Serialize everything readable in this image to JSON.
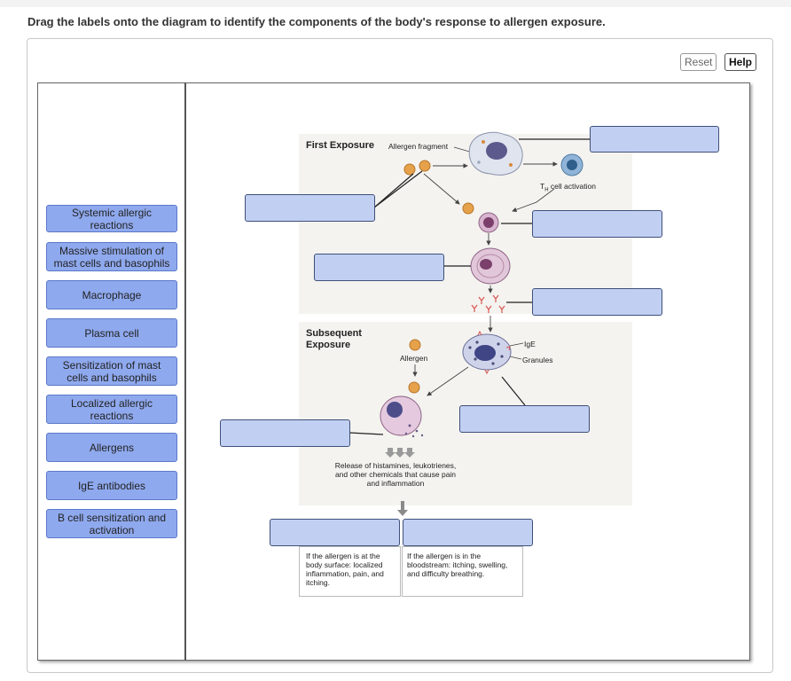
{
  "instruction": "Drag the labels onto the diagram to identify the components of the body's response to allergen exposure.",
  "toolbar": {
    "reset_label": "Reset",
    "help_label": "Help"
  },
  "label_bank": [
    "Systemic allergic reactions",
    "Massive stimulation of mast cells and basophils",
    "Macrophage",
    "Plasma cell",
    "Sensitization of mast cells and basophils",
    "Localized allergic reactions",
    "Allergens",
    "IgE antibodies",
    "B cell sensitization and activation"
  ],
  "diagram": {
    "first_exposure": "First Exposure",
    "allergen_fragment": "Allergen fragment",
    "th_prefix": "T",
    "th_sub": "H",
    "th_suffix": " cell activation",
    "subsequent_exposure": "Subsequent Exposure",
    "allergen": "Allergen",
    "ige": "IgE",
    "granules": "Granules",
    "release_text": "Release of histamines, leukotrienes, and other chemicals that cause pain and inflammation",
    "outcome_left": "If the allergen is at the body surface: localized inflammation, pain, and itching.",
    "outcome_right": "If the allergen is in the bloodstream: itching, swelling, and difficulty breathing."
  }
}
